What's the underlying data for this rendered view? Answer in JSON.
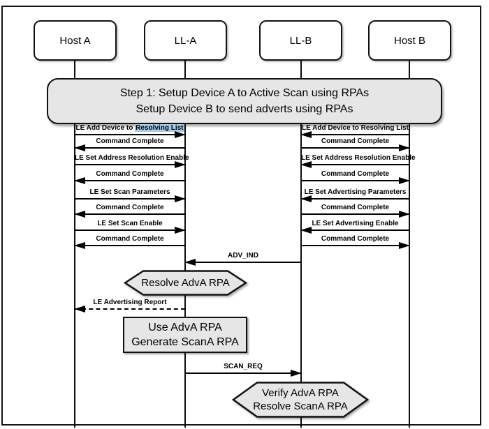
{
  "diagram": {
    "actors": [
      {
        "label": "Host A"
      },
      {
        "label": "LL-A"
      },
      {
        "label": "LL-B"
      },
      {
        "label": "Host B"
      }
    ],
    "banner": {
      "line1": "Step 1: Setup Device A to Active Scan using RPAs",
      "line2": "Setup Device B to send adverts using RPAs"
    },
    "host_a_messages": [
      {
        "prefix": "LE Add Device to ",
        "highlight": "Resolving List",
        "direction": "to-ll-a"
      },
      {
        "label": "Command Complete",
        "direction": "to-host-a"
      },
      {
        "label": "LE Set Address Resolution Enable",
        "direction": "to-ll-a"
      },
      {
        "label": "Command Complete",
        "direction": "to-host-a"
      },
      {
        "label": "LE Set Scan Parameters",
        "direction": "to-ll-a"
      },
      {
        "label": "Command Complete",
        "direction": "to-host-a"
      },
      {
        "label": "LE Set Scan Enable",
        "direction": "to-ll-a"
      },
      {
        "label": "Command Complete",
        "direction": "to-host-a"
      }
    ],
    "host_b_messages": [
      {
        "label": "LE Add Device to Resolving List",
        "direction": "to-ll-b"
      },
      {
        "label": "Command Complete",
        "direction": "to-host-b"
      },
      {
        "label": "LE Set Address Resolution Enable",
        "direction": "to-ll-b"
      },
      {
        "label": "Command Complete",
        "direction": "to-host-b"
      },
      {
        "label": "LE Set Advertising Parameters",
        "direction": "to-ll-b"
      },
      {
        "label": "Command Complete",
        "direction": "to-host-b"
      },
      {
        "label": "LE Set Advertising Enable",
        "direction": "to-ll-b"
      },
      {
        "label": "Command Complete",
        "direction": "to-host-b"
      }
    ],
    "air_messages": {
      "adv_ind": {
        "label": "ADV_IND",
        "direction": "ll-b-to-ll-a"
      },
      "scan_req": {
        "label": "SCAN_REQ",
        "direction": "ll-a-to-ll-b"
      }
    },
    "report": {
      "label": "LE Advertising Report",
      "direction": "ll-a-to-host-a",
      "style": "dashed"
    },
    "process_hexagons": {
      "resolve_adva": {
        "line1": "Resolve AdvA RPA"
      },
      "verify_scana": {
        "line1": "Verify AdvA RPA",
        "line2": "Resolve ScanA RPA"
      }
    },
    "process_box": {
      "line1": "Use AdvA RPA",
      "line2": "Generate ScanA RPA"
    },
    "colors": {
      "shape_fill": "#e6e6e6",
      "selection_highlight": "#a9cbe8",
      "line": "#000000"
    }
  }
}
